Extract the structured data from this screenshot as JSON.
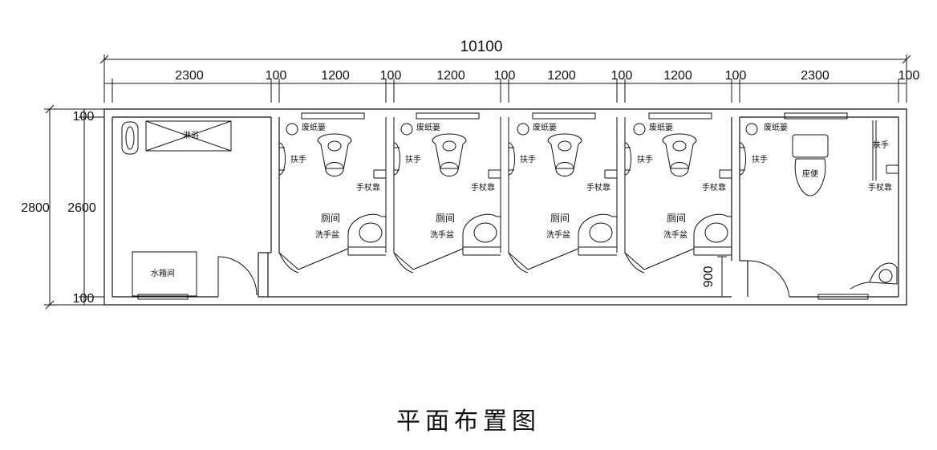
{
  "drawing": {
    "title": "平面布置图",
    "overall_width": "10100",
    "segments": [
      "2300",
      "100",
      "1200",
      "100",
      "1200",
      "100",
      "1200",
      "100",
      "1200",
      "100",
      "2300",
      "100"
    ],
    "height_outer": "2800",
    "height_inner": "2600",
    "wall_top": "100",
    "wall_bottom": "100",
    "corridor_depth": "900"
  },
  "rooms": {
    "utility": {
      "shower": "淋浴",
      "tank": "水箱间"
    },
    "stall": {
      "paper": "废纸篓",
      "handrail": "扶手",
      "cane_rest": "手杖靠",
      "name": "厕间",
      "basin": "洗手盆"
    },
    "accessible": {
      "toilet": "座便"
    }
  }
}
